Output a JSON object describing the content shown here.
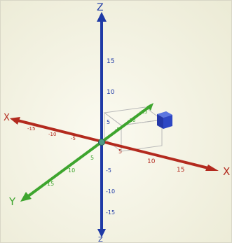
{
  "colors": {
    "background": "#f4f3e2",
    "frame": "#d8d6c6",
    "x_axis": "#b32a1e",
    "y_axis": "#3ea52e",
    "z_axis": "#1f3aa6",
    "cube": "#2d47c4",
    "guide_box": "#b9b9b9"
  },
  "axes": {
    "x": {
      "label": "X",
      "ticks_pos": [
        "5",
        "10",
        "15"
      ],
      "ticks_neg": [
        "-5",
        "-10",
        "-15"
      ]
    },
    "y": {
      "label": "Y",
      "ticks_pos": [
        "5",
        "10",
        "15"
      ],
      "ticks_neg": [
        "-5",
        "-10",
        "-15"
      ]
    },
    "z": {
      "label": "Z",
      "ticks_pos": [
        "5",
        "10",
        "15"
      ],
      "ticks_neg": [
        "-5",
        "-10",
        "-15"
      ]
    }
  },
  "point": {
    "label": "cube",
    "x": 10,
    "y": -5,
    "z": 5
  }
}
